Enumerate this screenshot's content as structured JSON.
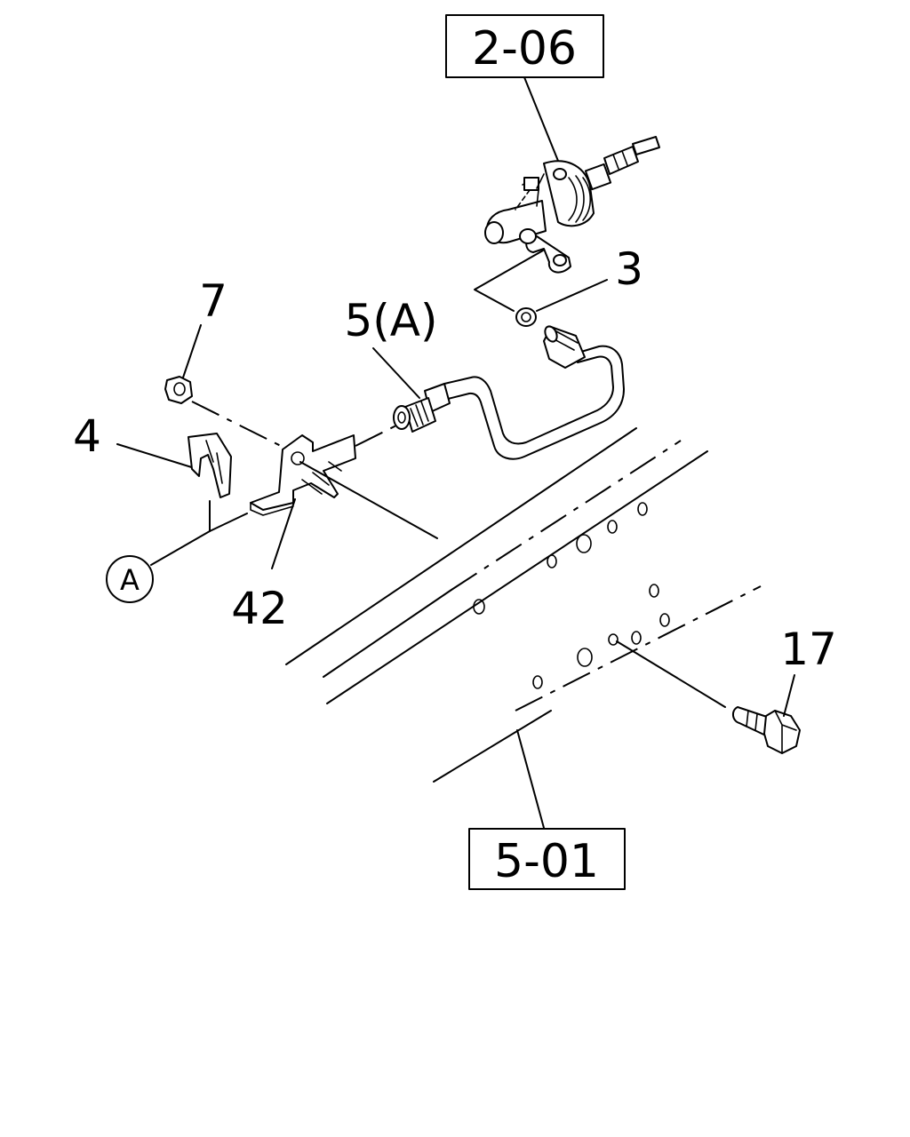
{
  "diagram": {
    "reference_boxes": {
      "top": "2-06",
      "bottom": "5-01"
    },
    "callouts": {
      "part_3": "3",
      "part_4": "4",
      "part_5": "5(A)",
      "part_7": "7",
      "part_17": "17",
      "part_42": "42",
      "circle_a": "A"
    }
  }
}
